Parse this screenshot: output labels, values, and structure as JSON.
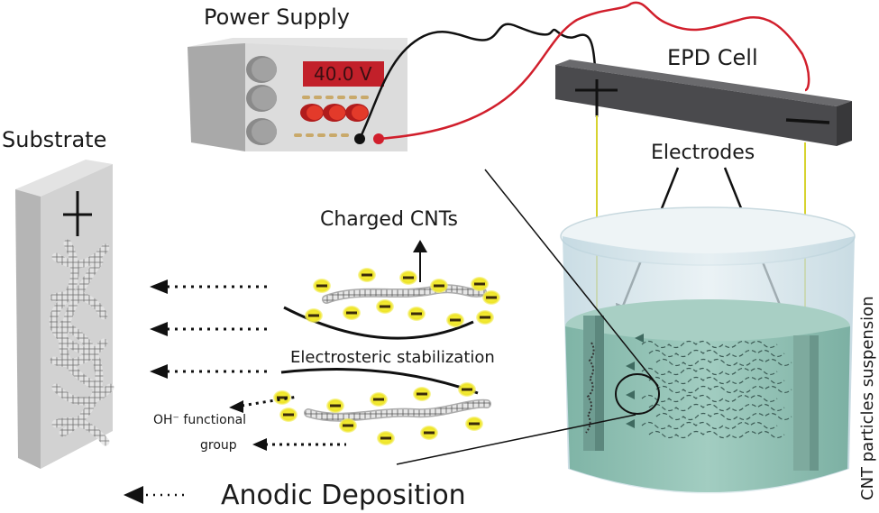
{
  "labels": {
    "power_supply": "Power Supply",
    "voltage_display": "40.0 V",
    "epd_cell": "EPD Cell",
    "electrodes": "Electrodes",
    "substrate": "Substrate",
    "substrate_sign": "+",
    "positive_sign": "+",
    "negative_sign": "—",
    "charged_cnts": "Charged CNTs",
    "electrosteric": "Electrosteric stabilization",
    "oh_functional": "OH⁻ functional",
    "group": "group",
    "anodic_deposition": "Anodic Deposition",
    "suspension": "CNT particles suspension"
  },
  "colors": {
    "display_red": "#c2202a",
    "wire_black": "#111111",
    "wire_red": "#d11f2c",
    "bar_gray": "#4a4a4d",
    "suspension_teal": "#8fc0b3",
    "charge_yellow": "#f3ec2c",
    "electrode_wire_yellow": "#d7d330",
    "substrate_gray": "#cfcfcf"
  }
}
